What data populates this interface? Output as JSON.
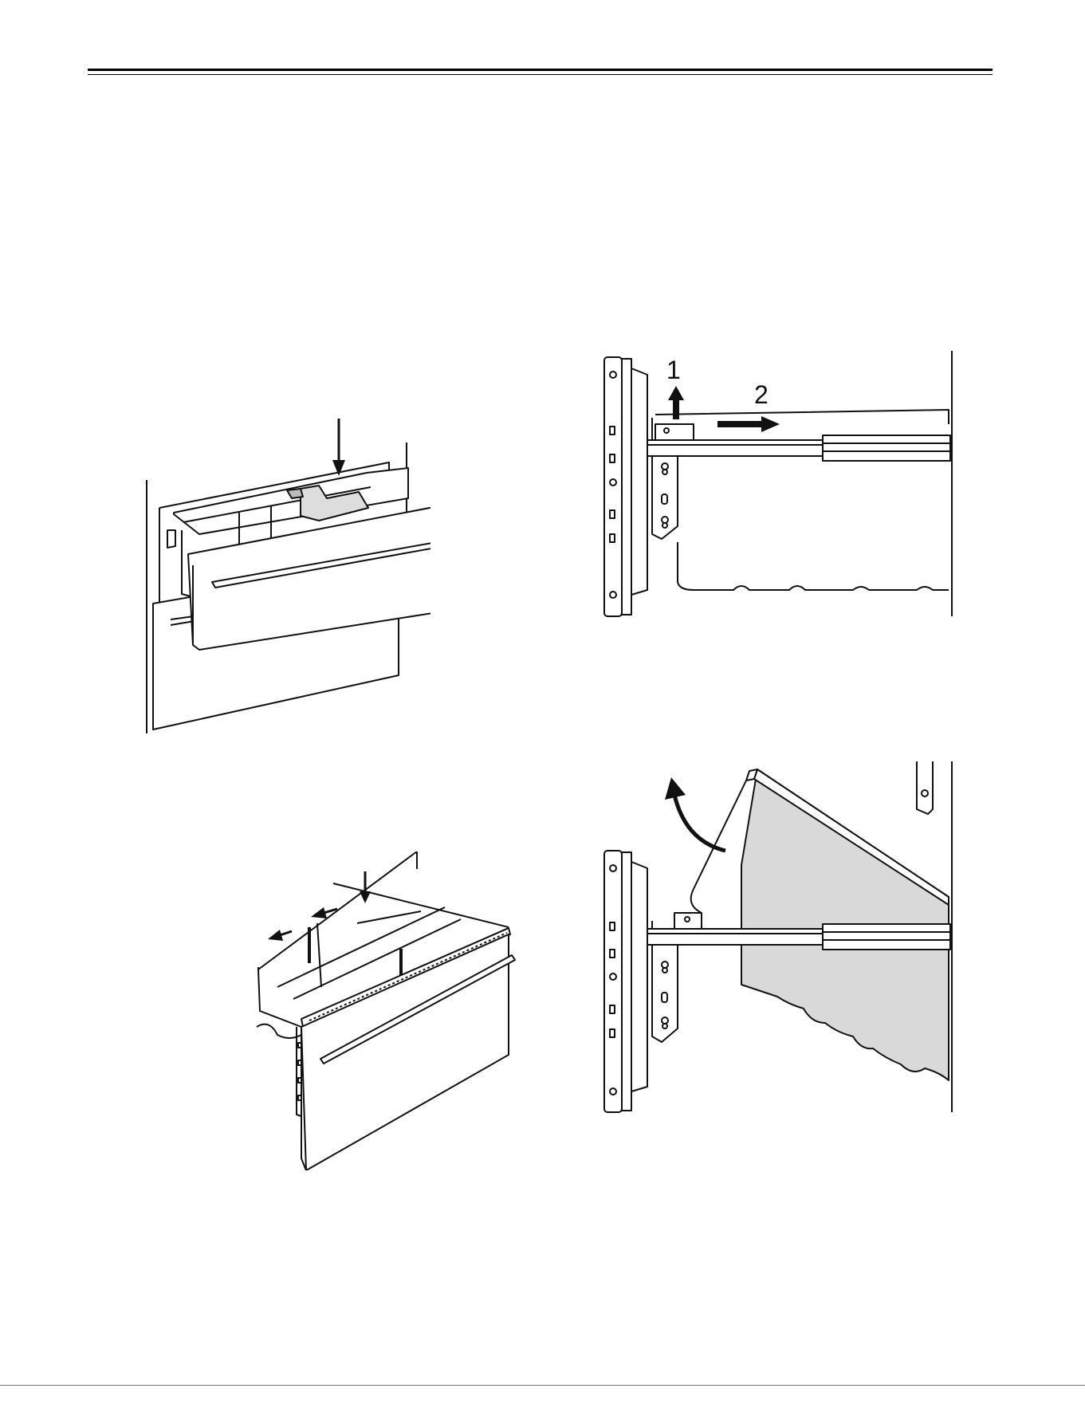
{
  "document": {
    "figures": [
      {
        "id": "fig-drawer-top-view"
      },
      {
        "id": "fig-slide-release",
        "step_labels": [
          "1",
          "2"
        ]
      },
      {
        "id": "fig-drawer-rails-view"
      },
      {
        "id": "fig-drawer-tilt-out"
      }
    ]
  },
  "colors": {
    "line": "#111111",
    "fill_gray": "#d9d9d9",
    "paper": "#ffffff"
  }
}
